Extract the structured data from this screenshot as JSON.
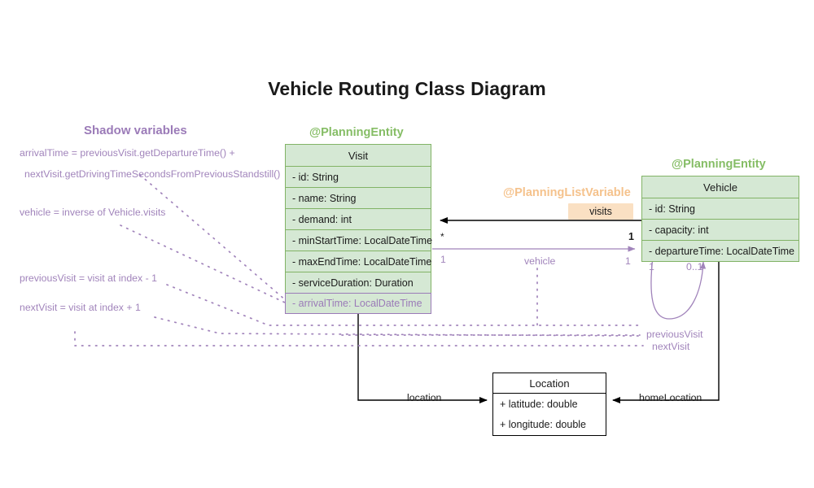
{
  "title": "Vehicle Routing Class Diagram",
  "colors": {
    "class_fill": "#d5e8d4",
    "class_stroke": "#82b366",
    "shadow_purple": "#9b7bb8",
    "annotation_orange": "#f5c28c",
    "badge_fill": "#fae0c3",
    "plain_stroke": "#000000"
  },
  "classes": {
    "visit": {
      "stereotype": "@PlanningEntity",
      "name": "Visit",
      "attributes": [
        "- id: String",
        "- name: String",
        "- demand: int",
        "- minStartTime: LocalDateTime",
        "- maxEndTime: LocalDateTime",
        "- serviceDuration: Duration"
      ],
      "shadow_attribute": "- arrivalTime: LocalDateTime"
    },
    "vehicle": {
      "stereotype": "@PlanningEntity",
      "name": "Vehicle",
      "attributes": [
        "- id: String",
        "- capacity: int",
        "- departureTime: LocalDateTime"
      ]
    },
    "location": {
      "name": "Location",
      "attributes": [
        "+ latitude: double",
        "+ longitude: double"
      ]
    }
  },
  "annotations": {
    "planning_list_variable": "@PlanningListVariable",
    "visits_badge": "visits"
  },
  "shadow_panel": {
    "heading": "Shadow variables",
    "lines": [
      "arrivalTime = previousVisit.getDepartureTime() +",
      "nextVisit.getDrivingTimeSecondsFromPreviousStandstill()",
      "vehicle = inverse of Vehicle.visits",
      "previousVisit = visit at index - 1",
      "nextVisit = visit at index + 1"
    ]
  },
  "edges": {
    "visits_source_mult": "*",
    "visits_target_mult": "1",
    "vehicle_label": "vehicle",
    "vehicle_source_mult": "1",
    "vehicle_target_mult": "1",
    "self_loop_source_mult": "1",
    "self_loop_target_mult": "0..1",
    "previous_visit_label": "previousVisit",
    "next_visit_label": "nextVisit",
    "location_label": "location",
    "home_location_label": "homeLocation"
  }
}
